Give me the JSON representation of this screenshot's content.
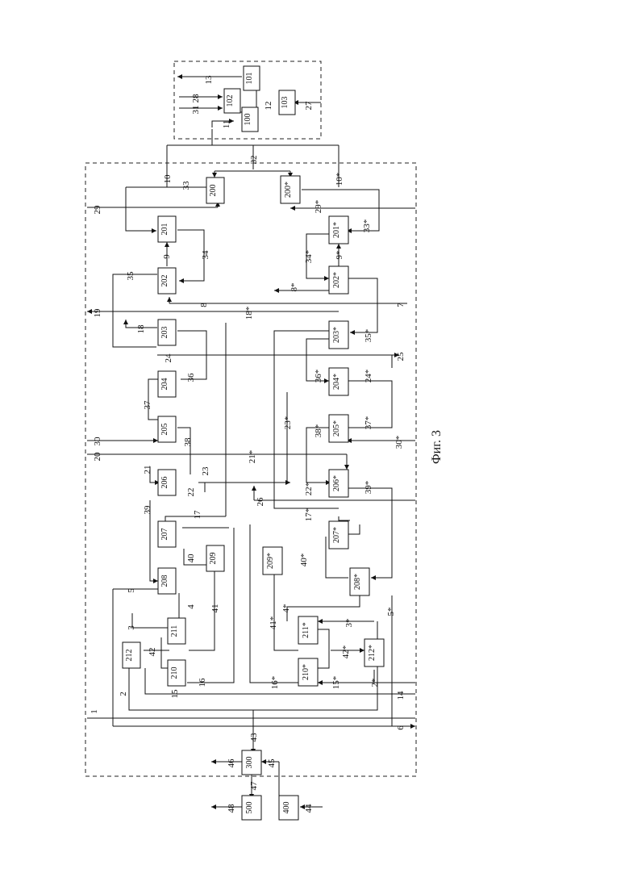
{
  "figure": {
    "caption": "Фиг. 3"
  },
  "blocks": {
    "b100": "100",
    "b101": "101",
    "b102": "102",
    "b103": "103",
    "b200": "200",
    "b201": "201",
    "b202": "202",
    "b203": "203",
    "b204": "204",
    "b205": "205",
    "b206": "206",
    "b207": "207",
    "b208": "208",
    "b209": "209",
    "b210": "210",
    "b211": "211",
    "b212": "212",
    "b200s": "200*",
    "b201s": "201*",
    "b202s": "202*",
    "b203s": "203*",
    "b204s": "204*",
    "b205s": "205*",
    "b206s": "206*",
    "b207s": "207*",
    "b208s": "208*",
    "b209s": "209*",
    "b210s": "210*",
    "b211s": "211*",
    "b212s": "212*",
    "b300": "300",
    "b400": "400",
    "b500": "500"
  },
  "links": {
    "l1": "1",
    "l2": "2",
    "l3": "3",
    "l4": "4",
    "l5": "5",
    "l6": "6",
    "l7": "7",
    "l8": "8",
    "l9": "9",
    "l10": "10",
    "l11": "11",
    "l12": "12",
    "l13": "13",
    "l14": "14",
    "l15": "15",
    "l16": "16",
    "l17": "17",
    "l18": "18",
    "l19": "19",
    "l20": "20",
    "l21": "21",
    "l22": "22",
    "l23": "23",
    "l24": "24",
    "l25": "25",
    "l26": "26",
    "l27": "27",
    "l28": "28",
    "l29": "29",
    "l30": "30",
    "l31": "31",
    "l32": "32",
    "l33": "33",
    "l34": "34",
    "l35": "35",
    "l36": "36",
    "l37": "37",
    "l38": "38",
    "l39": "39",
    "l40": "40",
    "l41": "41",
    "l42": "42",
    "l43": "43",
    "l44": "44",
    "l45": "45",
    "l46": "46",
    "l47": "47",
    "l48": "48",
    "l2s": "2*",
    "l3s": "3*",
    "l4s": "4*",
    "l5s": "5*",
    "l8s": "8*",
    "l9s": "9*",
    "l10s": "10*",
    "l15s": "15*",
    "l16s": "16*",
    "l17s": "17*",
    "l18s": "18*",
    "l21s": "21*",
    "l22s": "22*",
    "l23s": "23*",
    "l24s": "24*",
    "l29s": "29*",
    "l30s": "30*",
    "l33s": "33*",
    "l34s": "34*",
    "l35s": "35*",
    "l36s": "36*",
    "l37s": "37*",
    "l38s": "38*",
    "l39s": "39*",
    "l40s": "40*",
    "l41s": "41*",
    "l42s": "42*"
  }
}
